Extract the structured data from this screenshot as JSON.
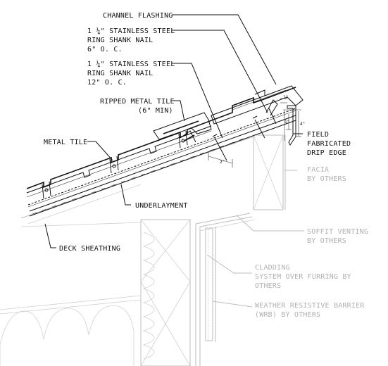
{
  "labels": {
    "channel_flashing": "CHANNEL FLASHING",
    "nail_6": [
      "1 ¼\" STAINLESS STEEL",
      "RING SHANK NAIL",
      "6\" O. C."
    ],
    "nail_12": [
      "1 ¼\" STAINLESS STEEL",
      "RING SHANK NAIL",
      "12\" O. C."
    ],
    "ripped_tile": [
      "RIPPED METAL TILE",
      "(6\" MIN)"
    ],
    "metal_tile": "METAL TILE",
    "underlayment": "UNDERLAYMENT",
    "deck_sheathing": "DECK SHEATHING",
    "field_drip": [
      "FIELD",
      "FABRICATED",
      "DRIP EDGE"
    ],
    "facia": [
      "FACIA",
      "BY OTHERS"
    ],
    "soffit": [
      "SOFFIT VENTING",
      "BY OTHERS"
    ],
    "cladding": [
      "CLADDING",
      "SYSTEM OVER FURRING BY",
      "OTHERS"
    ],
    "wrb": [
      "WEATHER RESISTIVE BARRIER",
      "(WRB) BY OTHERS"
    ]
  },
  "dimensions": {
    "d_top": "1\"",
    "d_drip_a": "1\"",
    "d_drip_b": "4\"",
    "d_lap": "2\""
  },
  "colors": {
    "ink": "#111111",
    "by_others": "#b0b0b0"
  }
}
